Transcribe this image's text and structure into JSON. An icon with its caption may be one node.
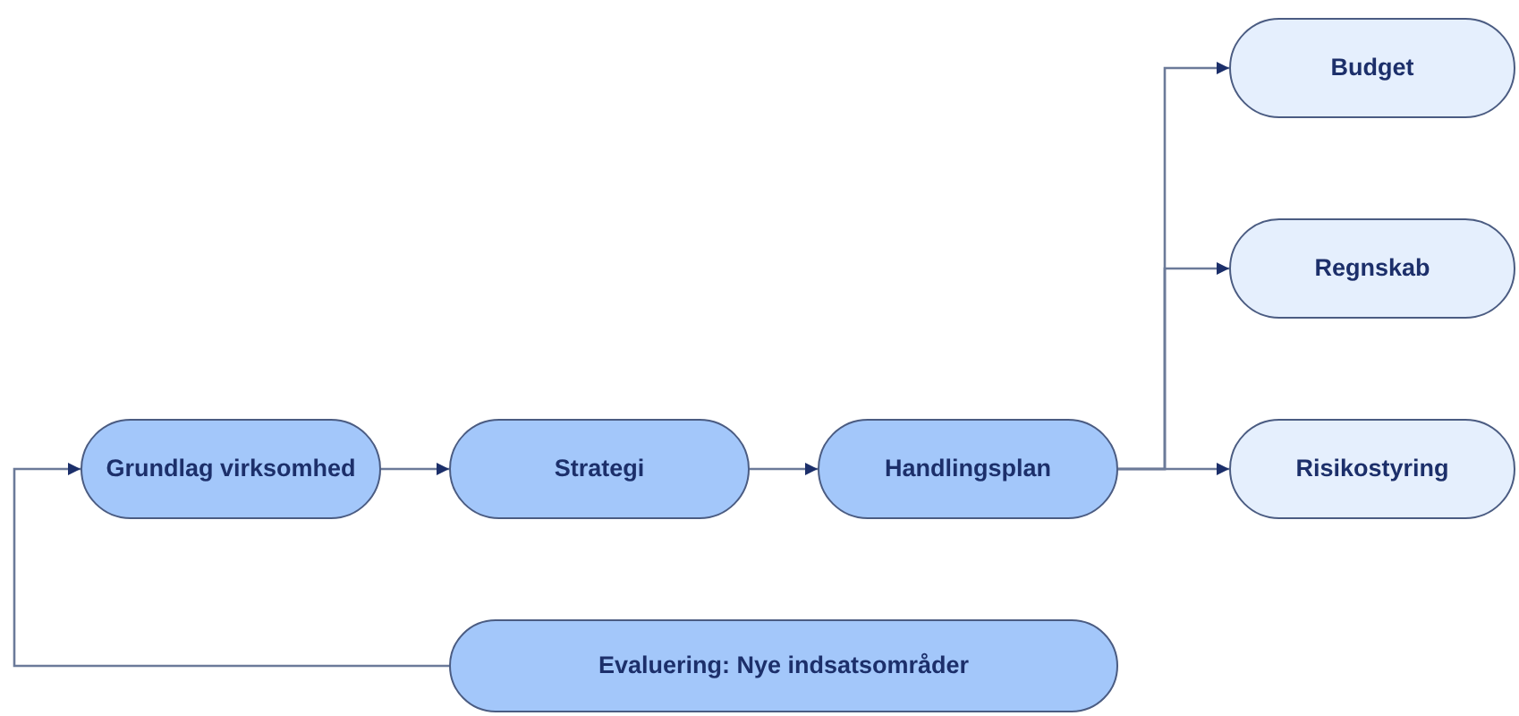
{
  "diagram": {
    "nodes": [
      {
        "text": [
          "Grundlag virksomhed"
        ]
      },
      {
        "text": [
          "Strategi"
        ]
      },
      {
        "text": [
          "Handlingsplan"
        ]
      },
      {
        "text": [
          "Budget"
        ]
      },
      {
        "text": [
          "Regnskab"
        ]
      },
      {
        "text": [
          "Risikostyring"
        ]
      },
      {
        "text": [
          "Evaluering: Nye indsatsområder"
        ]
      }
    ],
    "edges": [
      {
        "from": 0,
        "to": 1,
        "arrow": "to"
      },
      {
        "from": 1,
        "to": 2,
        "arrow": "to"
      },
      {
        "from": 2,
        "to": 3,
        "arrow": "to"
      },
      {
        "from": 2,
        "to": 4,
        "arrow": "to"
      },
      {
        "from": 2,
        "to": 5,
        "arrow": "to"
      },
      {
        "from": 6,
        "to": 0,
        "arrow": "to"
      }
    ]
  }
}
